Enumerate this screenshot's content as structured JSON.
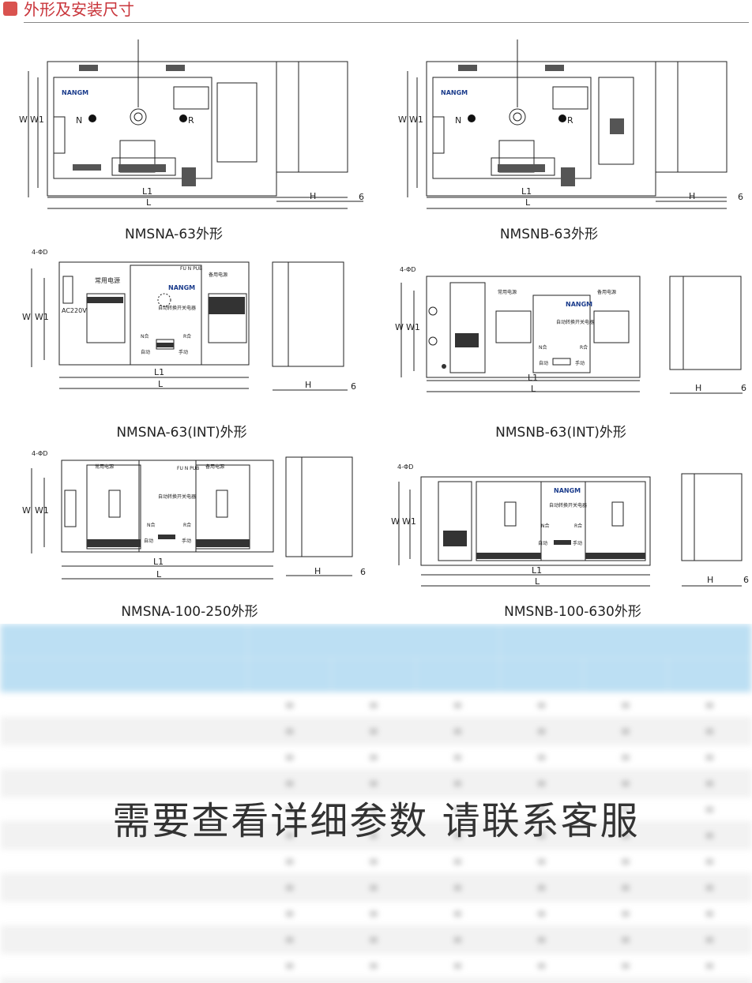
{
  "section_title": "外形及安装尺寸",
  "labels": {
    "brand": "NANGM",
    "n": "N",
    "r": "R",
    "w": "W",
    "w1": "W1",
    "l": "L",
    "l1": "L1",
    "h": "H",
    "six": "6",
    "hole": "4-ΦD",
    "ac": "AC220V",
    "common_power": "常用电源",
    "backup_power": "备用电源",
    "auto_switch": "自动转换开关电器",
    "n_close": "N合",
    "r_close": "R合",
    "auto": "自动",
    "manual": "手动",
    "fn": "FU N PUB"
  },
  "drawings": [
    {
      "caption": "NMSNA-63外形"
    },
    {
      "caption": "NMSNB-63外形"
    },
    {
      "caption": "NMSNA-63(INT)外形"
    },
    {
      "caption": "NMSNB-63(INT)外形"
    },
    {
      "caption": "NMSNA-100-250外形"
    },
    {
      "caption": "NMSNB-100-630外形"
    }
  ],
  "overlay_text": "需要查看详细参数 请联系客服",
  "colors": {
    "title": "#c9353b",
    "table_header": "#bcdff3",
    "brand": "#1b3c8c"
  }
}
